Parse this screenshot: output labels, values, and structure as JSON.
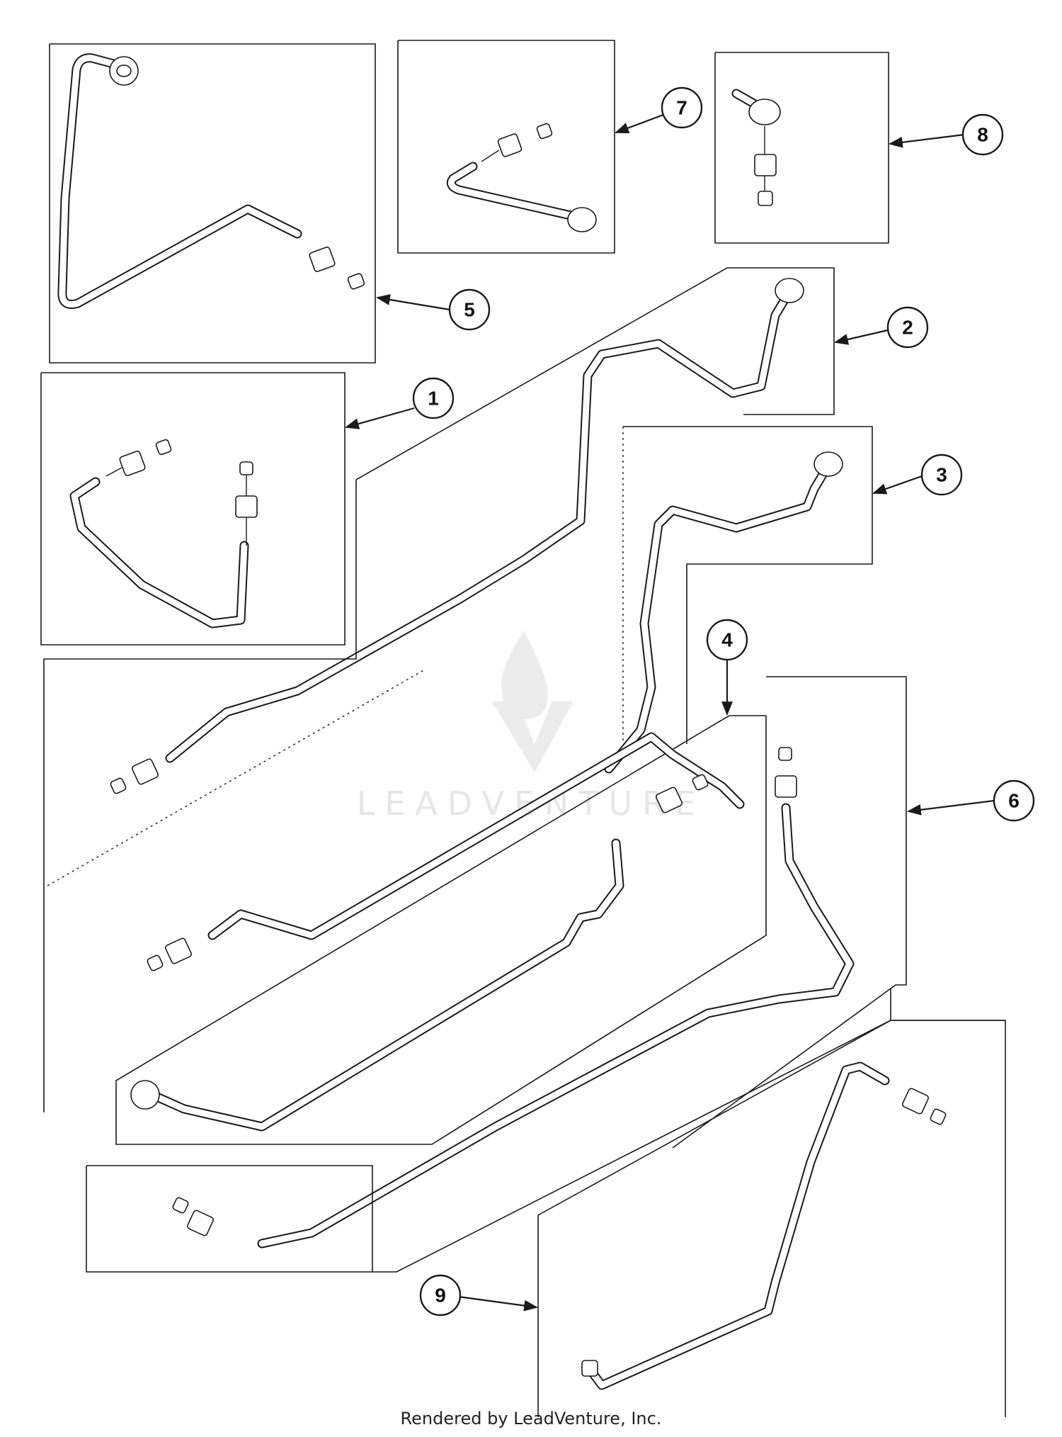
{
  "callouts": [
    "1",
    "2",
    "3",
    "4",
    "5",
    "6",
    "7",
    "8",
    "9"
  ],
  "watermark": "LEADVENTURE",
  "footer": "Rendered by LeadVenture, Inc.",
  "colors": {
    "line": "#1a1a1a",
    "watermark": "#e6e6e6",
    "background": "#ffffff"
  }
}
